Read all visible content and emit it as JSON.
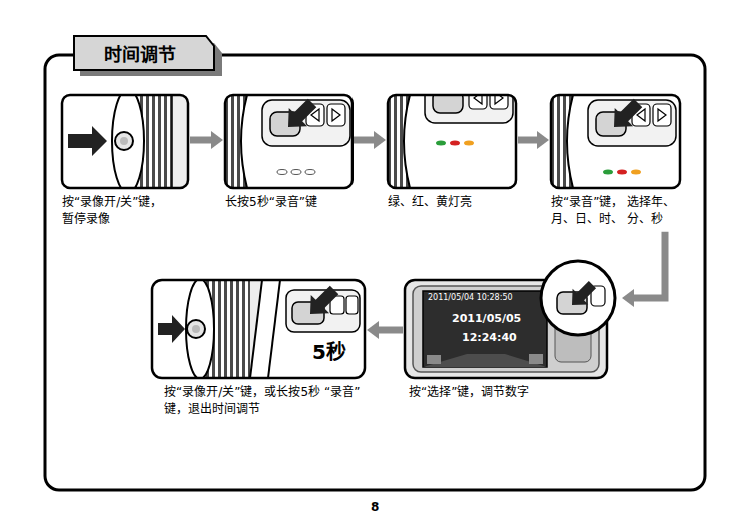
{
  "diagram": {
    "title": "时间调节",
    "nodes": [
      {
        "text": [
          "按“录像开/关”键， 暂停录像"
        ]
      },
      {
        "text": [
          "长按5秒“录音”键"
        ]
      },
      {
        "text": [
          "绿、红、黄灯亮"
        ]
      },
      {
        "text": [
          "按“录音”键， 选择年、月、日、时、 分、秒"
        ]
      },
      {
        "text": [
          "按“选择”键，调节数字"
        ]
      },
      {
        "text": [
          "按“录像开/关”键，或长按5秒 “录音”键，退出时间调节"
        ]
      }
    ],
    "edges": [
      {
        "from": 0,
        "to": 1,
        "arrow": "to"
      },
      {
        "from": 1,
        "to": 2,
        "arrow": "to"
      },
      {
        "from": 2,
        "to": 3,
        "arrow": "to"
      },
      {
        "from": 3,
        "to": 4,
        "arrow": "to"
      },
      {
        "from": 4,
        "to": 5,
        "arrow": "to"
      }
    ],
    "labels": [
      "5秒",
      "2011/05/04 10:28:50",
      "2011/05/05",
      "12:24:40",
      "8"
    ]
  }
}
